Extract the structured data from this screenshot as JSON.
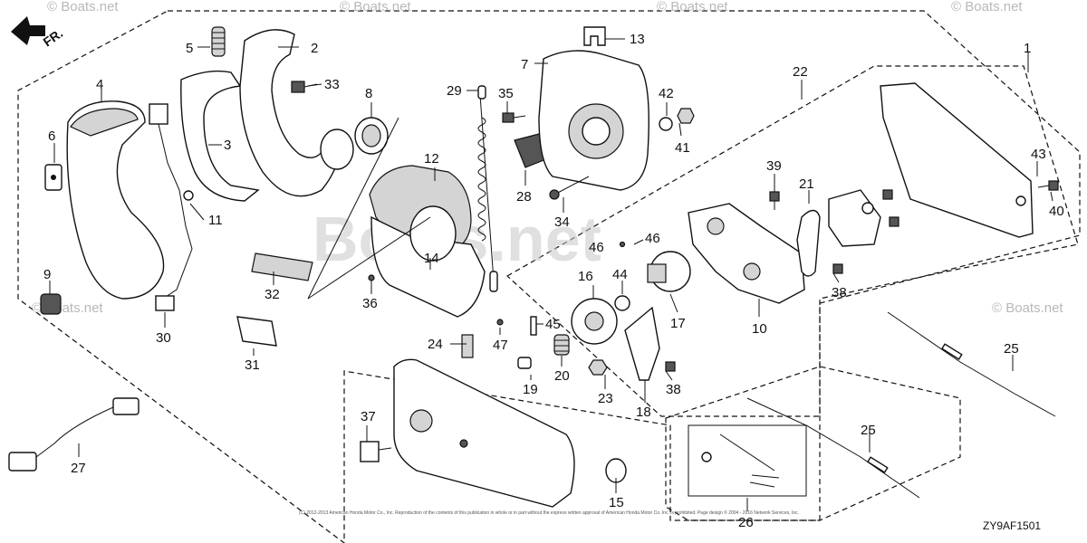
{
  "orientation": {
    "label": "FR."
  },
  "diagram_code": "ZY9AF1501",
  "watermark": {
    "small": "© Boats.net",
    "center": "Boats.net"
  },
  "copyright": "(C) 2012-2013 American Honda Motor Co., Inc. Reproduction of the contents of this publication in whole or in part without the express written approval of American Honda Motor Co. Inc. is prohibited. Page design © 2004 - 2016 Network Services, Inc.",
  "part_numbers": [
    "1",
    "2",
    "3",
    "4",
    "5",
    "6",
    "7",
    "8",
    "9",
    "10",
    "11",
    "12",
    "13",
    "14",
    "15",
    "16",
    "17",
    "18",
    "19",
    "20",
    "21",
    "22",
    "23",
    "24",
    "25",
    "25",
    "26",
    "27",
    "28",
    "29",
    "30",
    "31",
    "32",
    "33",
    "34",
    "35",
    "36",
    "37",
    "38",
    "38",
    "39",
    "40",
    "41",
    "42",
    "43",
    "44",
    "45",
    "46",
    "46",
    "47"
  ]
}
